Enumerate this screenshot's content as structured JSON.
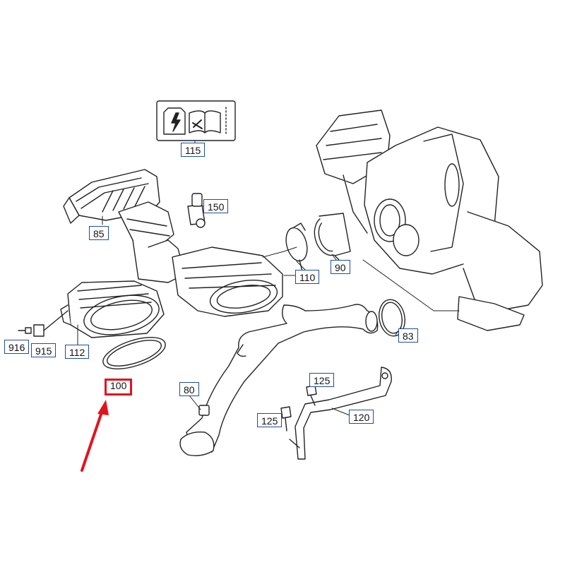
{
  "callouts": {
    "c115": "115",
    "c150": "150",
    "c85": "85",
    "c110": "110",
    "c90": "90",
    "c83": "83",
    "c916": "916",
    "c915": "915",
    "c112": "112",
    "c100": "100",
    "c80": "80",
    "c125a": "125",
    "c125b": "125",
    "c120": "120"
  },
  "colors": {
    "outline": "#222222",
    "callout_border": "#1f4e9a",
    "highlight": "#e0141e"
  }
}
